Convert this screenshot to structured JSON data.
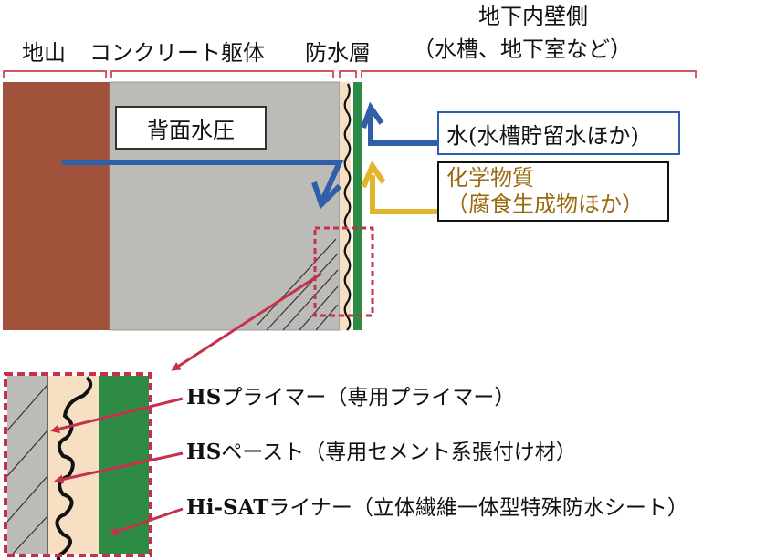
{
  "headers": {
    "ground": "地山",
    "concrete": "コンクリート躯体",
    "waterproof": "防水層",
    "inner_wall": "地下内壁側",
    "inner_wall_sub": "（水槽、地下室など）"
  },
  "labels": {
    "back_pressure": "背面水圧",
    "water": "水(水槽貯留水ほか)",
    "chemical_line1": "化学物質",
    "chemical_line2": "（腐食生成物ほか）"
  },
  "legend": [
    {
      "bold": "HS",
      "text": "プライマー（専用プライマー）"
    },
    {
      "bold": "HS",
      "text": "ペースト（専用セメント系張付け材）"
    },
    {
      "bold": "Hi-SAT",
      "text": "ライナー（立体繊維一体型特殊防水シート）"
    }
  ],
  "colors": {
    "ground": "#a0523a",
    "concrete": "#bdbbb8",
    "paste": "#f6dfc3",
    "liner": "#2e8b45",
    "blue_arrow": "#2f5fa8",
    "yellow_arrow": "#e3b52c",
    "red": "#c7304a",
    "bracket": "#d0586b"
  }
}
